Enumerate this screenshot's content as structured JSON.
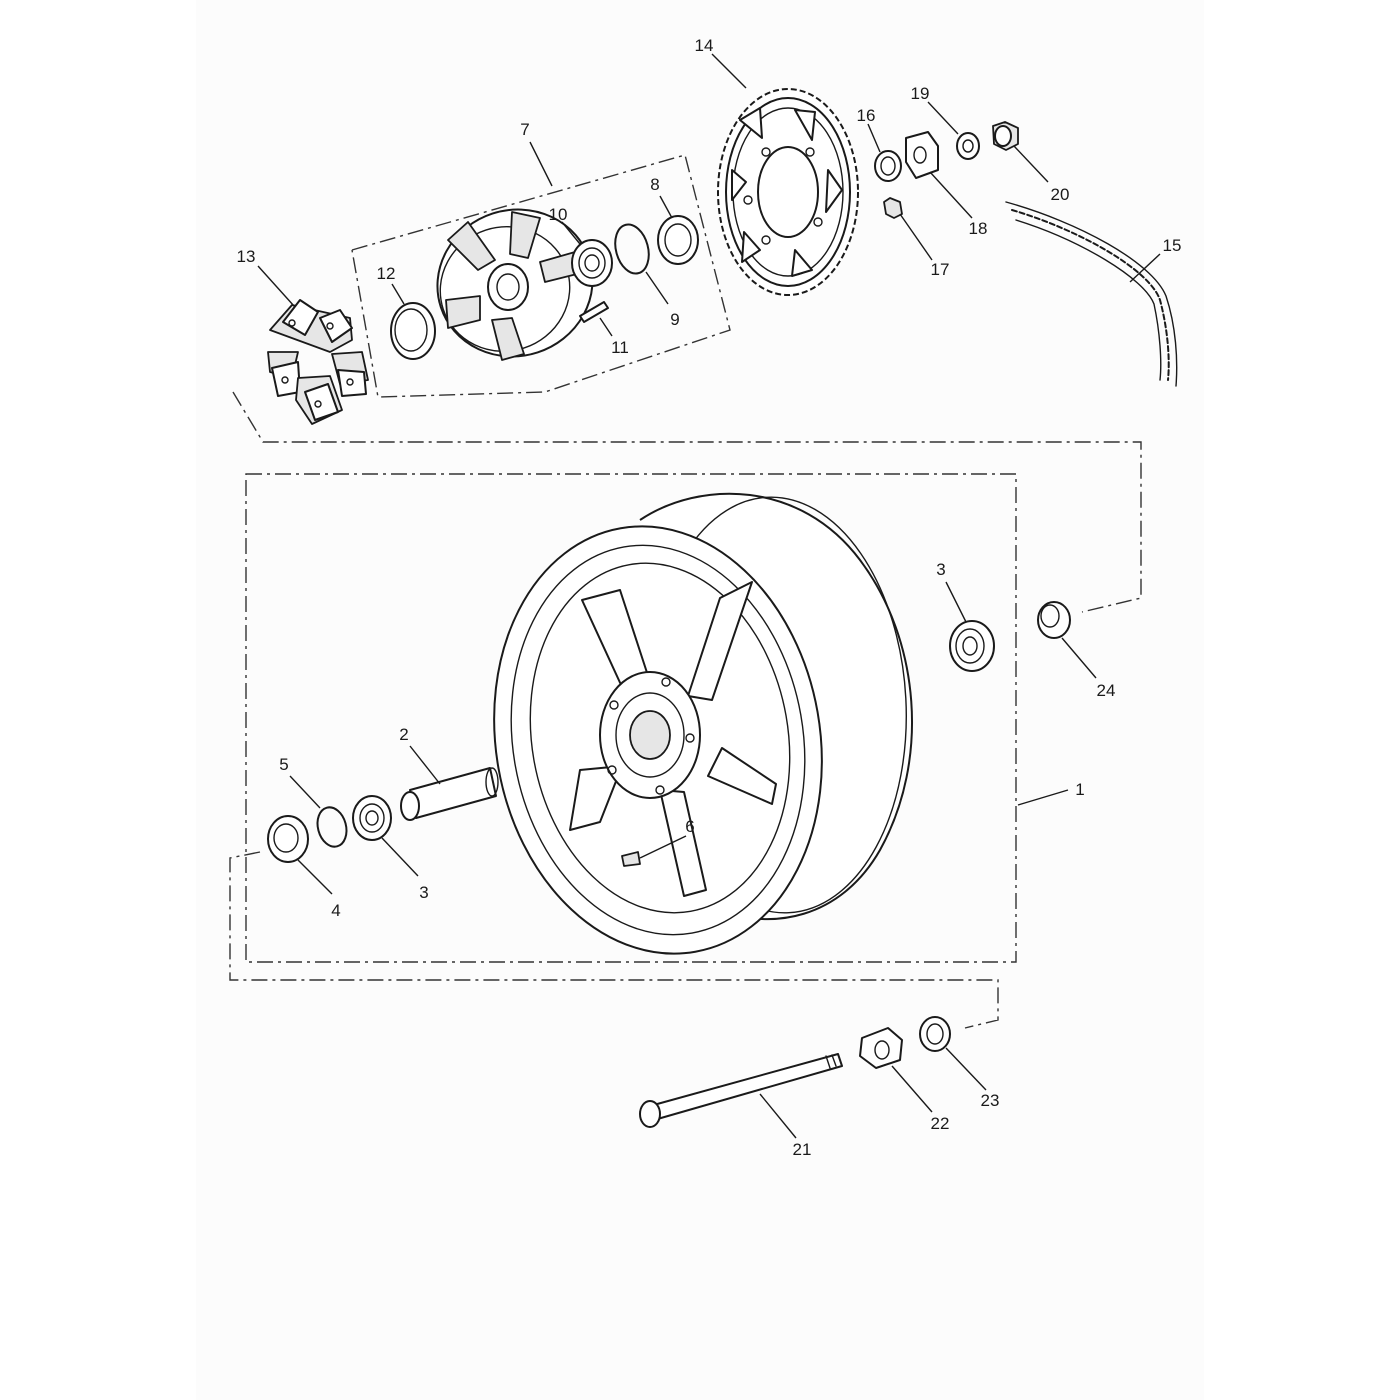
{
  "callouts": [
    {
      "id": "1",
      "text": "1"
    },
    {
      "id": "2",
      "text": "2"
    },
    {
      "id": "3a",
      "text": "3"
    },
    {
      "id": "3b",
      "text": "3"
    },
    {
      "id": "4",
      "text": "4"
    },
    {
      "id": "5",
      "text": "5"
    },
    {
      "id": "6",
      "text": "6"
    },
    {
      "id": "7",
      "text": "7"
    },
    {
      "id": "8",
      "text": "8"
    },
    {
      "id": "9",
      "text": "9"
    },
    {
      "id": "10",
      "text": "10"
    },
    {
      "id": "11",
      "text": "11"
    },
    {
      "id": "12",
      "text": "12"
    },
    {
      "id": "13",
      "text": "13"
    },
    {
      "id": "14",
      "text": "14"
    },
    {
      "id": "15",
      "text": "15"
    },
    {
      "id": "16",
      "text": "16"
    },
    {
      "id": "17",
      "text": "17"
    },
    {
      "id": "18",
      "text": "18"
    },
    {
      "id": "19",
      "text": "19"
    },
    {
      "id": "20",
      "text": "20"
    },
    {
      "id": "21",
      "text": "21"
    },
    {
      "id": "22",
      "text": "22"
    },
    {
      "id": "23",
      "text": "23"
    },
    {
      "id": "24",
      "text": "24"
    }
  ]
}
